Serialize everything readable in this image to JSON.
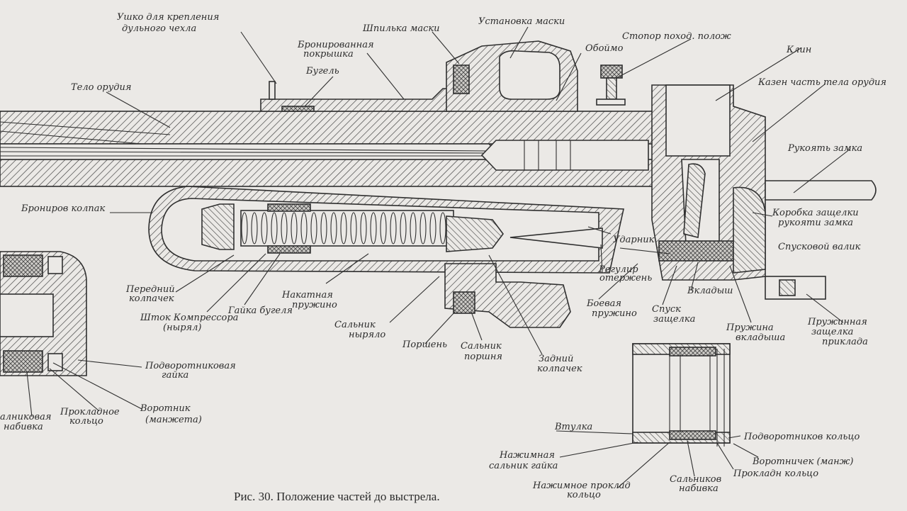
{
  "caption": "Рис. 30. Положение частей до выстрела.",
  "labels": {
    "l01": "Ушко для крепления",
    "l01b": "дульного чехла",
    "l02": "Шпилька маски",
    "l03": "Установка маски",
    "l04": "Стопор поход. полож",
    "l05": "Клин",
    "l06": "Бронированная",
    "l06b": "покрышка",
    "l07": "Обоймо",
    "l08": "Бугель",
    "l09": "Казен часть тела орудия",
    "l10": "Тело орудия",
    "l11": "Рукоять замка",
    "l12": "Брониров колпак",
    "l13": "Коробка защелки",
    "l13b": "рукояти замка",
    "l14": "Ударник",
    "l15": "Спусковой валик",
    "l16": "Передний",
    "l16b": "колпачек",
    "l17": "Шток Компрессора",
    "l17b": "(нырял)",
    "l18": "Гайка бугеля",
    "l19": "Накатная",
    "l19b": "пружино",
    "l20": "Сальник",
    "l20b": "ныряло",
    "l21": "Поршень",
    "l22": "Сальник",
    "l22b": "поршня",
    "l23": "Задний",
    "l23b": "колпачек",
    "l24": "Регулир",
    "l24b": "отержень",
    "l25": "Боевая",
    "l25b": "пружино",
    "l26": "Спуск",
    "l26b": "защелка",
    "l27": "Вкладыш",
    "l28": "Пружина",
    "l28b": "вкладыша",
    "l29": "Пружинная",
    "l29b": "защелка",
    "l29c": "приклада",
    "l30": "Подворотниковая",
    "l30b": "гайка",
    "l31": "Воротник",
    "l31b": "(манжета)",
    "l32": "Прокладное",
    "l32b": "кольцо",
    "l33": "алниковая",
    "l33b": "набивка",
    "l34": "Втулка",
    "l35": "Подворотников кольцо",
    "l36": "Нажимная",
    "l36b": "сальник гайка",
    "l37": "Воротничек (манж)",
    "l38": "Прокладн кольцо",
    "l39": "Нажимное проклад",
    "l39b": "кольцо",
    "l40": "Сальников",
    "l40b": "набивка"
  },
  "colors": {
    "paper": "#ebe9e6",
    "ink": "#2f2f2f"
  }
}
